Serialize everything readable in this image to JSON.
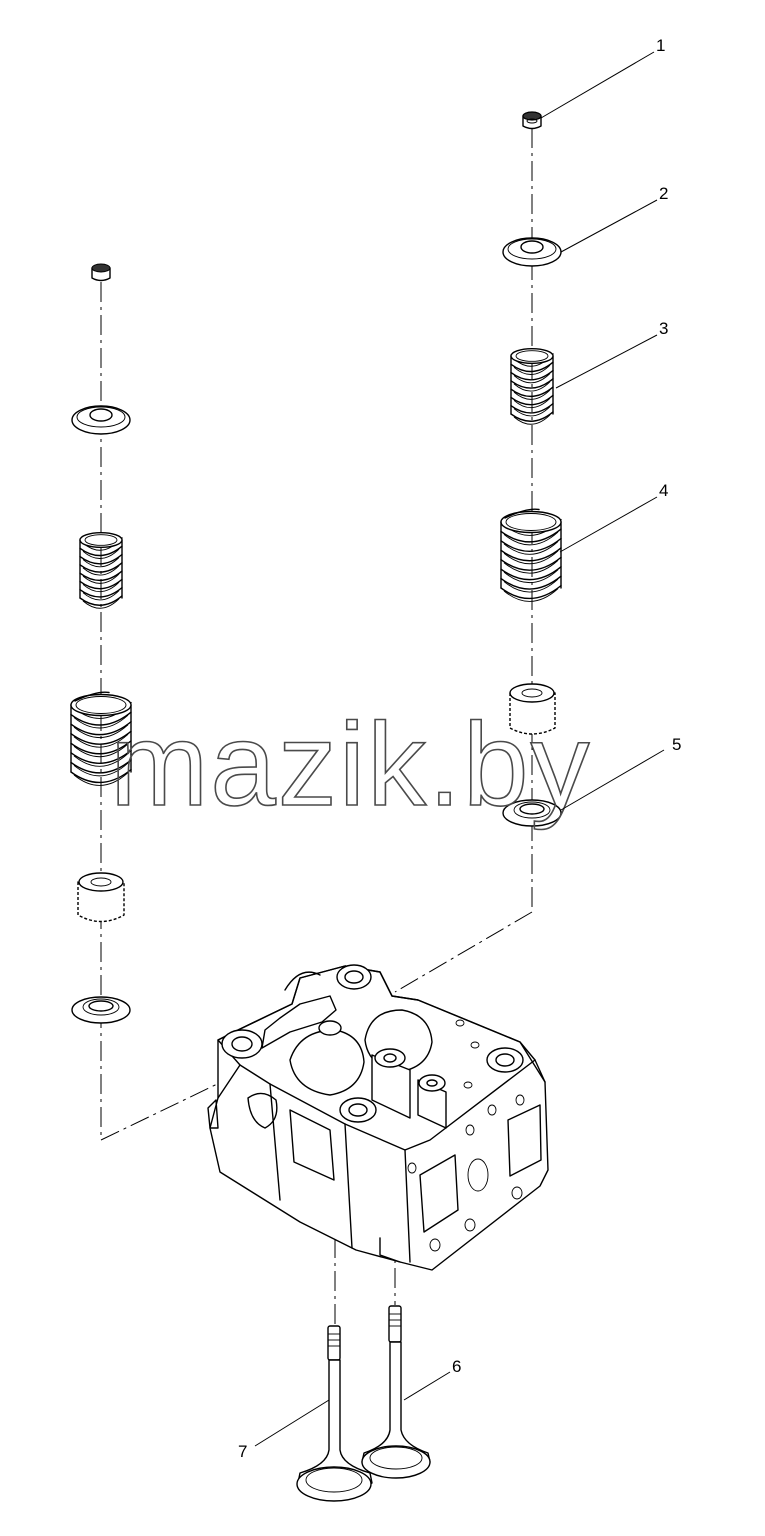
{
  "watermark": {
    "text": "mazik.by",
    "stroke_color": "#4a4a4a"
  },
  "callouts": [
    {
      "id": "1",
      "label": "1"
    },
    {
      "id": "2",
      "label": "2"
    },
    {
      "id": "3",
      "label": "3"
    },
    {
      "id": "4",
      "label": "4"
    },
    {
      "id": "5",
      "label": "5"
    },
    {
      "id": "6",
      "label": "6"
    },
    {
      "id": "7",
      "label": "7"
    }
  ],
  "colors": {
    "line": "#000000",
    "background": "#ffffff",
    "part_shade": "#e8e8e8"
  }
}
